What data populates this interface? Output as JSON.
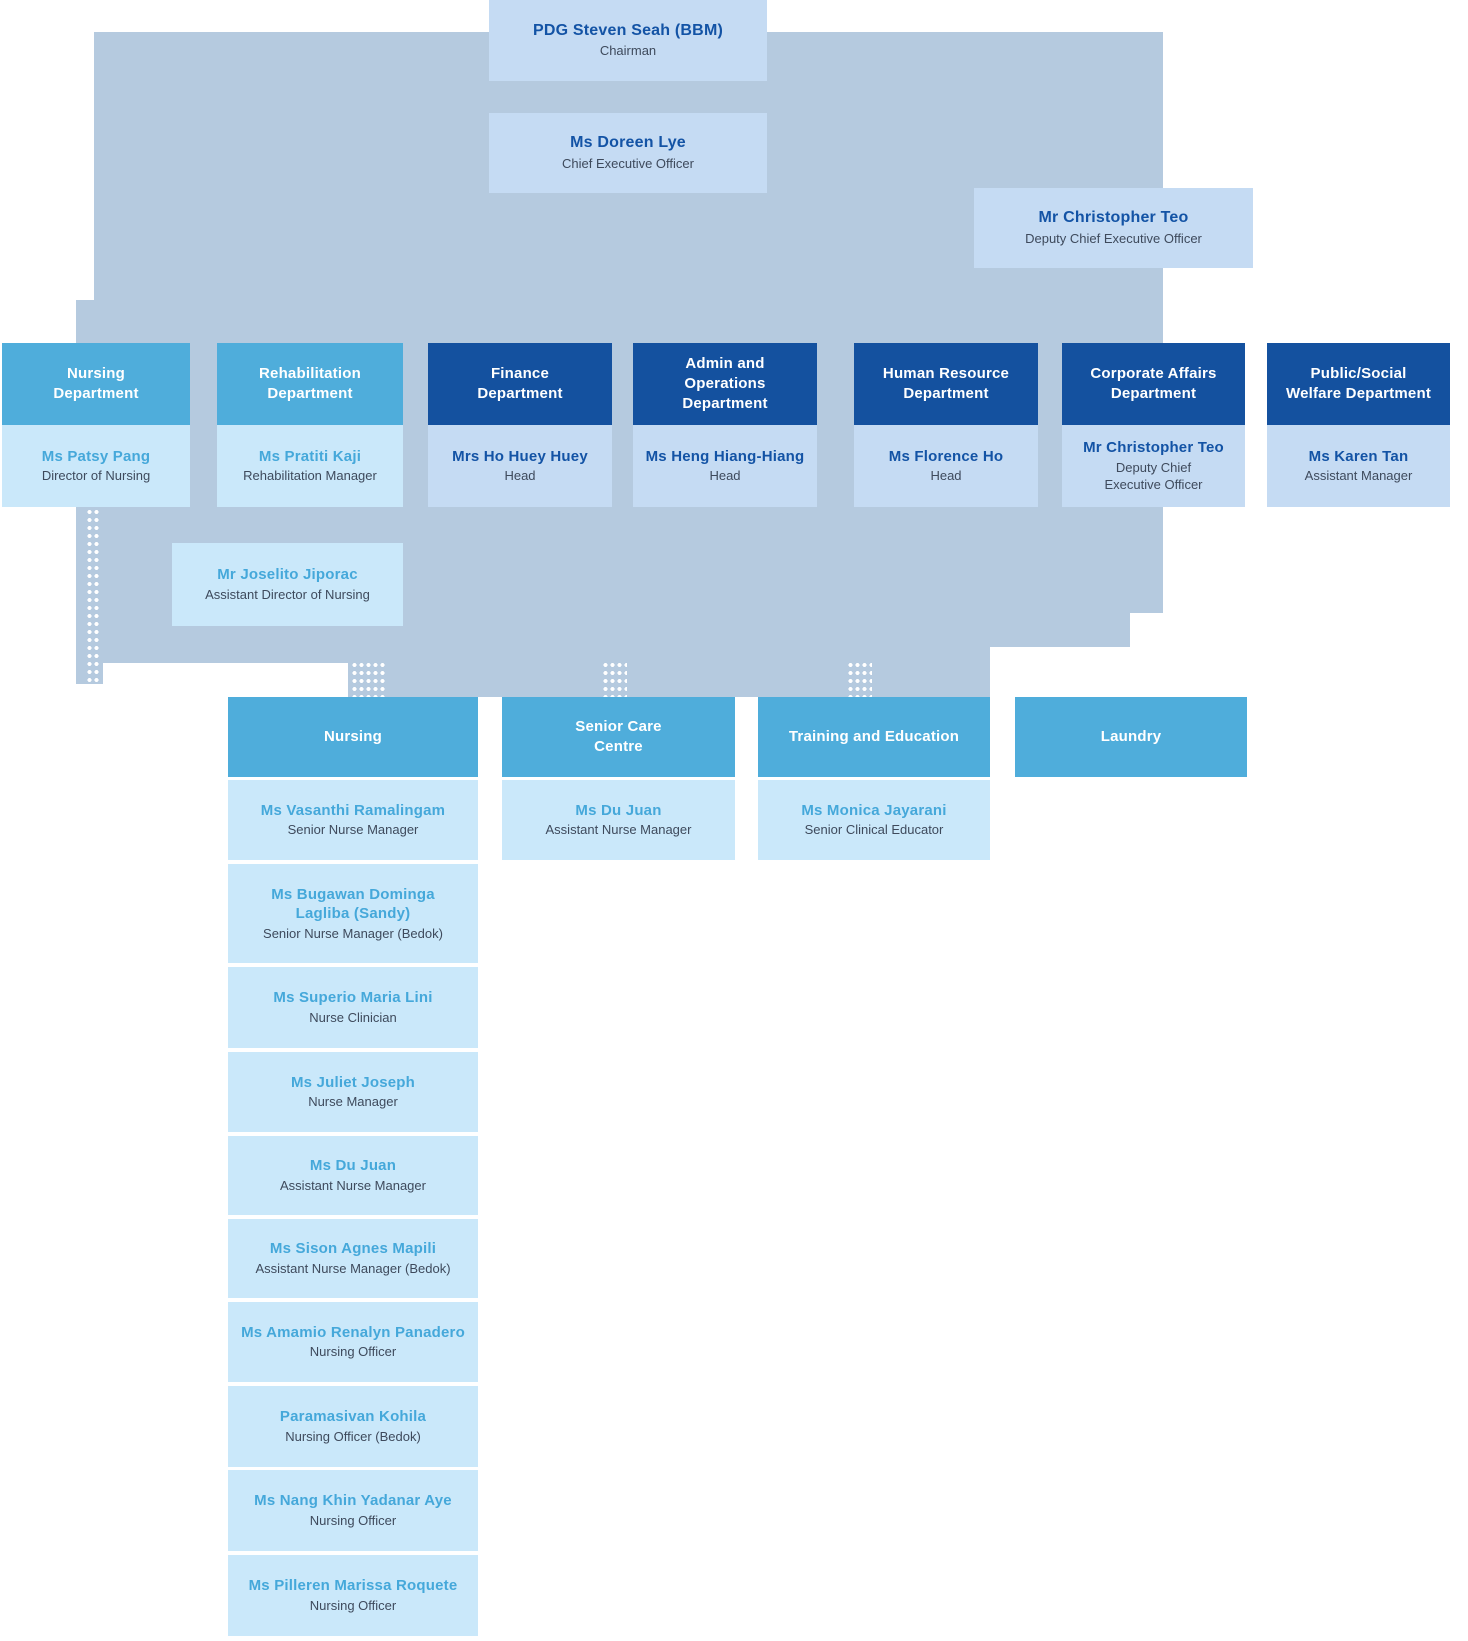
{
  "colors": {
    "panel_background": "#b5cadf",
    "header_medium_blue": "#4faddb",
    "header_dark_blue": "#14519f",
    "box_light_cyan": "#cae8fa",
    "box_light_periwinkle": "#c5dbf3",
    "name_cyan": "#45a8da",
    "name_dark_blue": "#1353a5",
    "role_text": "#3e4a5c",
    "connector_dots": "#ffffff"
  },
  "executives": [
    {
      "name": "PDG Steven Seah (BBM)",
      "role": "Chairman"
    },
    {
      "name": "Ms Doreen Lye",
      "role": "Chief Executive Officer"
    },
    {
      "name": "Mr Christopher Teo",
      "role": "Deputy Chief Executive Officer"
    }
  ],
  "departments": [
    {
      "title": "Nursing\nDepartment",
      "style": "medium",
      "head_name": "Ms Patsy Pang",
      "head_role": "Director of Nursing"
    },
    {
      "title": "Rehabilitation\nDepartment",
      "style": "medium",
      "head_name": "Ms Pratiti Kaji",
      "head_role": "Rehabilitation Manager"
    },
    {
      "title": "Finance\nDepartment",
      "style": "dark",
      "head_name": "Mrs Ho Huey Huey",
      "head_role": "Head"
    },
    {
      "title": "Admin and\nOperations\nDepartment",
      "style": "dark",
      "head_name": "Ms Heng Hiang-Hiang",
      "head_role": "Head"
    },
    {
      "title": "Human Resource\nDepartment",
      "style": "dark",
      "head_name": "Ms Florence Ho",
      "head_role": "Head"
    },
    {
      "title": "Corporate Affairs\nDepartment",
      "style": "dark",
      "head_name": "Mr Christopher Teo",
      "head_role": "Deputy Chief\nExecutive Officer"
    },
    {
      "title": "Public/Social\nWelfare Department",
      "style": "dark",
      "head_name": "Ms Karen Tan",
      "head_role": "Assistant Manager"
    }
  ],
  "assistant_director": {
    "name": "Mr Joselito Jiporac",
    "role": "Assistant Director of Nursing"
  },
  "sections": [
    {
      "title": "Nursing",
      "members": [
        {
          "name": "Ms Vasanthi Ramalingam",
          "role": "Senior Nurse Manager"
        },
        {
          "name": "Ms Bugawan Dominga\nLagliba (Sandy)",
          "role": "Senior Nurse Manager (Bedok)"
        },
        {
          "name": "Ms Superio Maria Lini",
          "role": "Nurse Clinician"
        },
        {
          "name": "Ms Juliet Joseph",
          "role": "Nurse Manager"
        },
        {
          "name": "Ms Du Juan",
          "role": "Assistant Nurse Manager"
        },
        {
          "name": "Ms Sison Agnes Mapili",
          "role": "Assistant Nurse Manager (Bedok)"
        },
        {
          "name": "Ms Amamio Renalyn Panadero",
          "role": "Nursing Officer"
        },
        {
          "name": "Paramasivan Kohila",
          "role": "Nursing Officer (Bedok)"
        },
        {
          "name": "Ms Nang Khin Yadanar Aye",
          "role": "Nursing Officer"
        },
        {
          "name": "Ms Pilleren Marissa Roquete",
          "role": "Nursing Officer"
        }
      ]
    },
    {
      "title": "Senior Care\nCentre",
      "members": [
        {
          "name": "Ms Du Juan",
          "role": "Assistant Nurse Manager"
        }
      ]
    },
    {
      "title": "Training and Education",
      "members": [
        {
          "name": "Ms Monica Jayarani",
          "role": "Senior Clinical Educator"
        }
      ]
    },
    {
      "title": "Laundry",
      "members": []
    }
  ]
}
